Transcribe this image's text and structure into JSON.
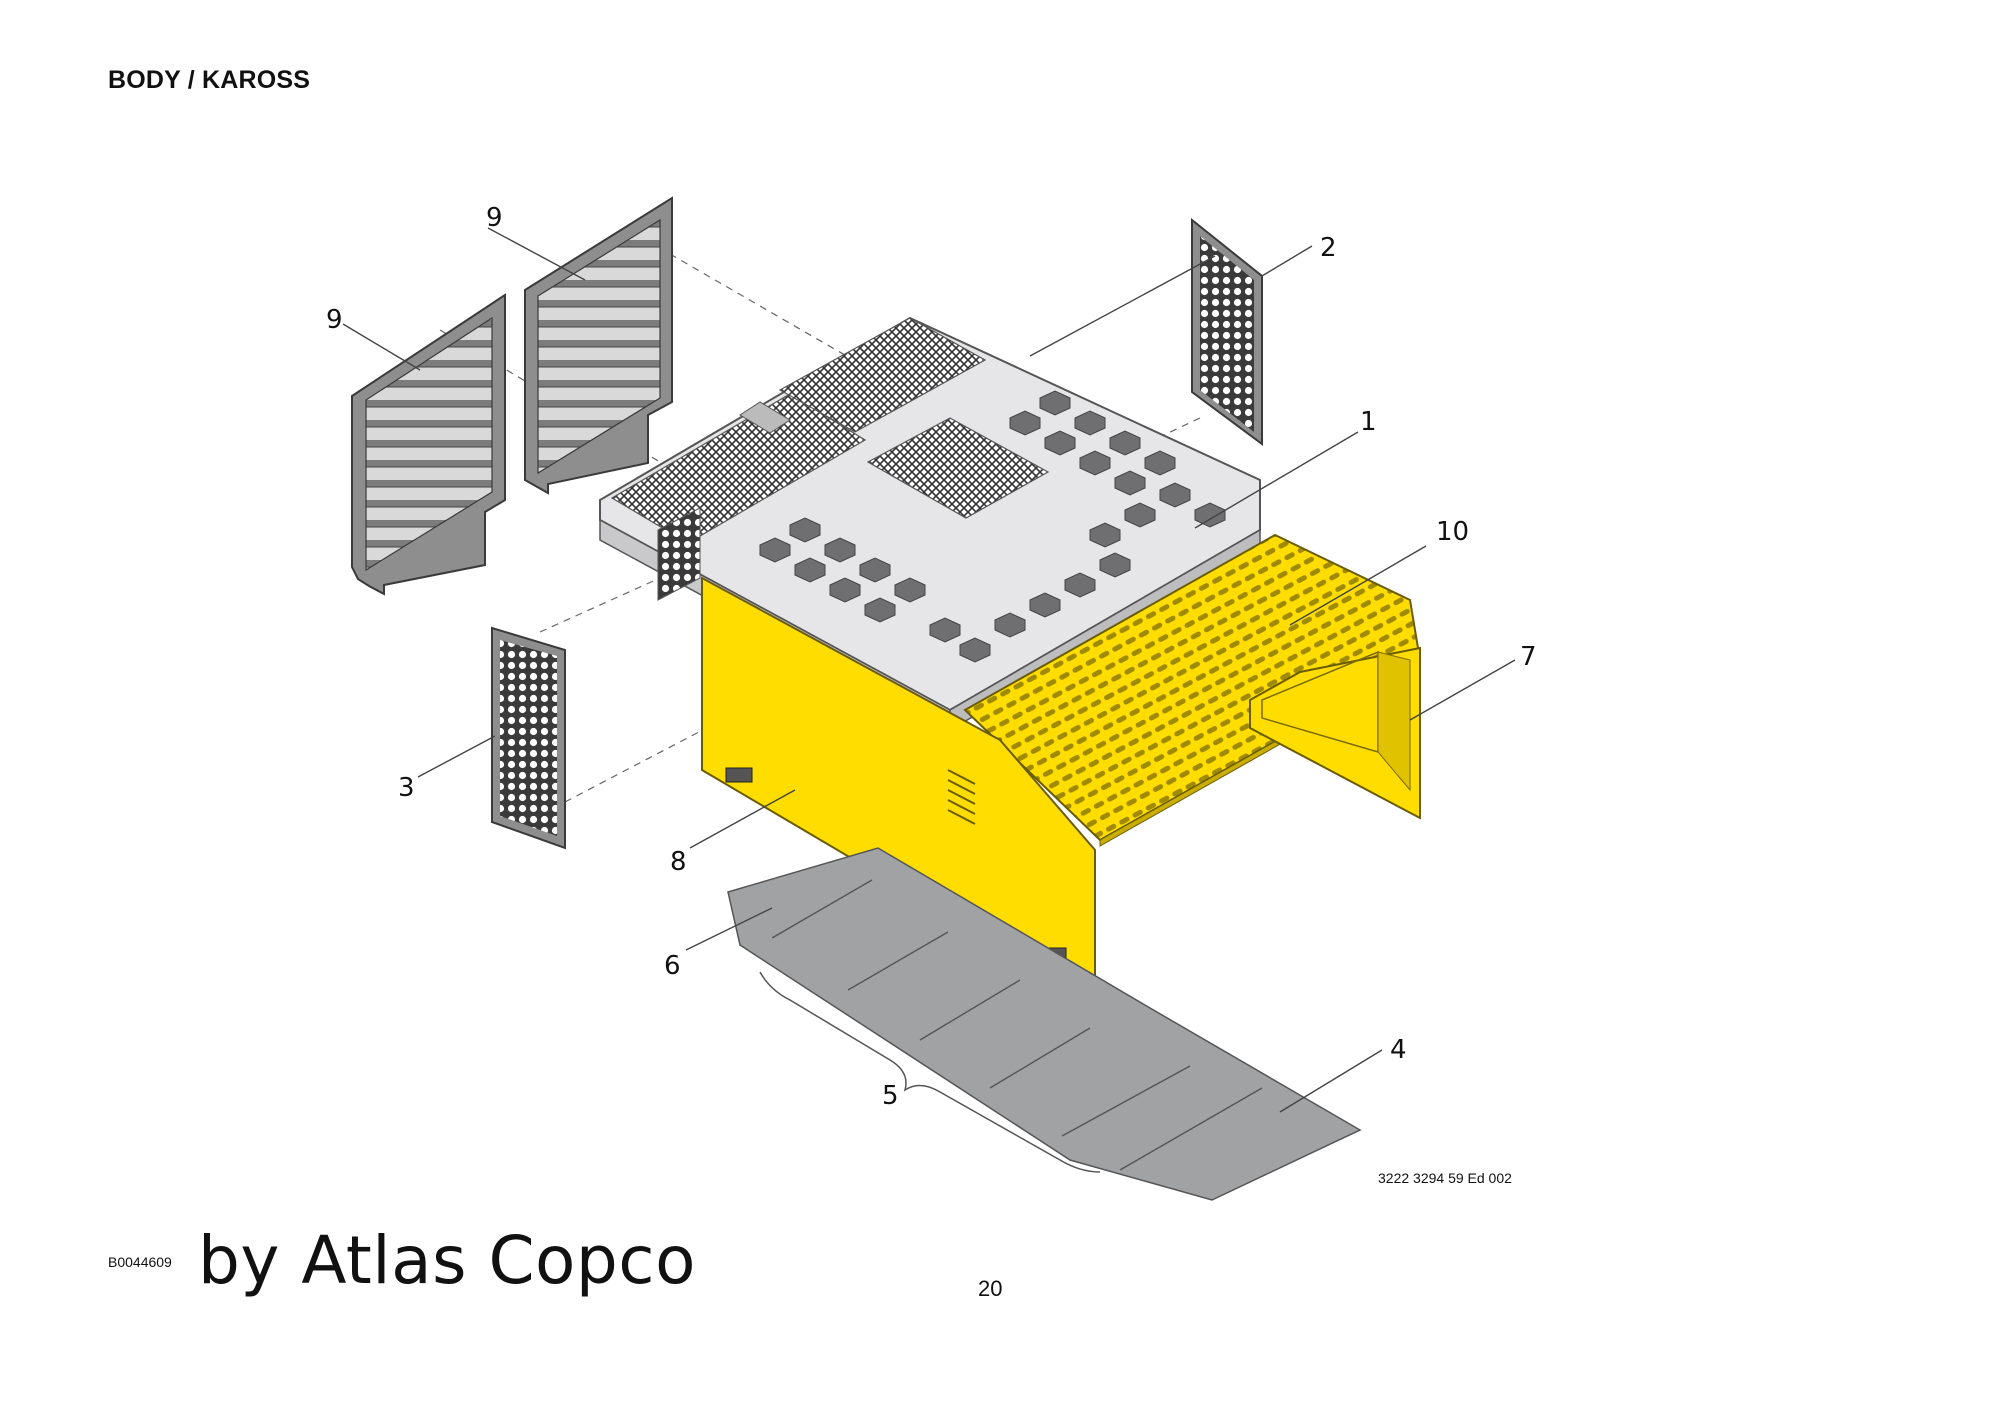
{
  "header": {
    "title": "BODY / KAROSS"
  },
  "callouts": [
    "9",
    "9",
    "2",
    "1",
    "10",
    "7",
    "3",
    "8",
    "6",
    "5",
    "4"
  ],
  "footer": {
    "document_ref": "3222 3294 59 Ed 002",
    "figure_id": "B0044609",
    "publisher": "by Atlas Copco",
    "page_number": "20"
  },
  "colors": {
    "yellow_panel": "#ffdd00",
    "grey_frame": "#8c8c8c",
    "top_plate": "#e6e6e8",
    "floor_plate": "#a1a2a4"
  }
}
